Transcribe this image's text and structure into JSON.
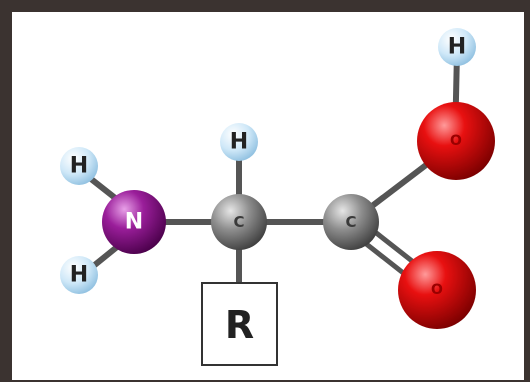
{
  "diagram": {
    "atoms": [
      {
        "id": "h_top_right",
        "symbol": "H",
        "element": "hydrogen"
      },
      {
        "id": "o_hydroxyl",
        "symbol": "O",
        "element": "oxygen"
      },
      {
        "id": "h_alpha",
        "symbol": "H",
        "element": "hydrogen"
      },
      {
        "id": "h_n_top",
        "symbol": "H",
        "element": "hydrogen"
      },
      {
        "id": "n_amino",
        "symbol": "N",
        "element": "nitrogen"
      },
      {
        "id": "c_alpha",
        "symbol": "C",
        "element": "carbon"
      },
      {
        "id": "c_carboxyl",
        "symbol": "C",
        "element": "carbon"
      },
      {
        "id": "h_n_bottom",
        "symbol": "H",
        "element": "hydrogen"
      },
      {
        "id": "o_carbonyl",
        "symbol": "O",
        "element": "oxygen"
      }
    ],
    "side_chain": {
      "label": "R"
    },
    "colors": {
      "background": "#ffffff",
      "frame": "#3b3330",
      "hydrogen": "#cfe8f8",
      "oxygen": "#d60000",
      "nitrogen": "#8a1a8a",
      "carbon": "#8a8a8a",
      "bond": "#555555"
    }
  }
}
